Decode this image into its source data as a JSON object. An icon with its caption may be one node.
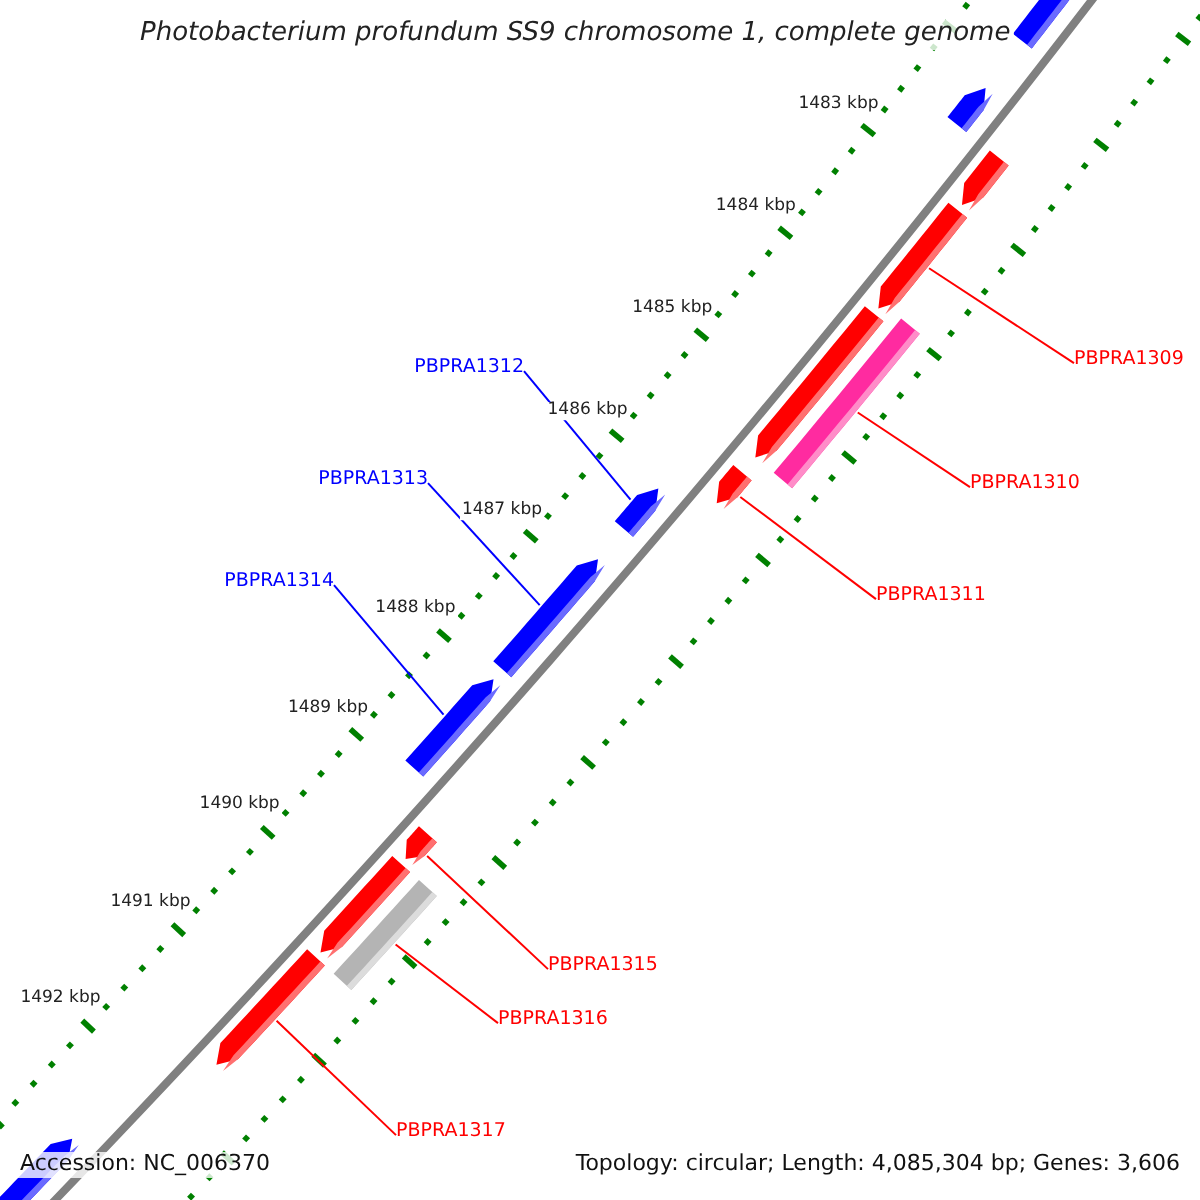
{
  "diagram": {
    "title": "Photobacterium profundum SS9 chromosome 1, complete genome",
    "nodes": [
      {
        "text": [
          "PBPRA1309"
        ]
      },
      {
        "text": [
          "PBPRA1310"
        ]
      },
      {
        "text": [
          "PBPRA1311"
        ]
      },
      {
        "text": [
          "PBPRA1312"
        ]
      },
      {
        "text": [
          "PBPRA1313"
        ]
      },
      {
        "text": [
          "PBPRA1314"
        ]
      },
      {
        "text": [
          "PBPRA1315"
        ]
      },
      {
        "text": [
          "PBPRA1316"
        ]
      },
      {
        "text": [
          "PBPRA1317"
        ]
      },
      {
        "text": [],
        "shape": "arrow"
      },
      {
        "text": [],
        "shape": "arrow"
      },
      {
        "text": [],
        "shape": "arrow"
      },
      {
        "text": [],
        "shape": "arrow"
      },
      {
        "text": [],
        "shape": "arrow"
      },
      {
        "text": [],
        "shape": "bar"
      },
      {
        "text": [],
        "shape": "arrow"
      },
      {
        "text": [],
        "shape": "arrow"
      },
      {
        "text": [],
        "shape": "arrow"
      },
      {
        "text": [],
        "shape": "arrow"
      },
      {
        "text": [],
        "shape": "arrow"
      },
      {
        "text": [],
        "shape": "arrow"
      },
      {
        "text": [],
        "shape": "bar"
      },
      {
        "text": [],
        "shape": "arrow"
      },
      {
        "text": [],
        "shape": "arrow"
      }
    ],
    "edges": [
      {
        "from": 0,
        "to": 12,
        "arrow": "none"
      },
      {
        "from": 1,
        "to": 14,
        "arrow": "none"
      },
      {
        "from": 2,
        "to": 15,
        "arrow": "none"
      },
      {
        "from": 3,
        "to": 16,
        "arrow": "none",
        "color": "#0000ff"
      },
      {
        "from": 4,
        "to": 17,
        "arrow": "none",
        "color": "#0000ff"
      },
      {
        "from": 5,
        "to": 18,
        "arrow": "none",
        "color": "#0000ff"
      },
      {
        "from": 6,
        "to": 19,
        "arrow": "none"
      },
      {
        "from": 7,
        "to": 21,
        "arrow": "none"
      },
      {
        "from": 8,
        "to": 22,
        "arrow": "none"
      }
    ],
    "labels": [
      "1483 kbp",
      "1484 kbp",
      "1485 kbp",
      "1486 kbp",
      "1487 kbp",
      "1488 kbp",
      "1489 kbp",
      "1490 kbp",
      "1491 kbp",
      "1492 kbp",
      "Accession: NC_006370",
      "Topology: circular; Length: 4,085,304 bp; Genes: 3,606"
    ]
  }
}
